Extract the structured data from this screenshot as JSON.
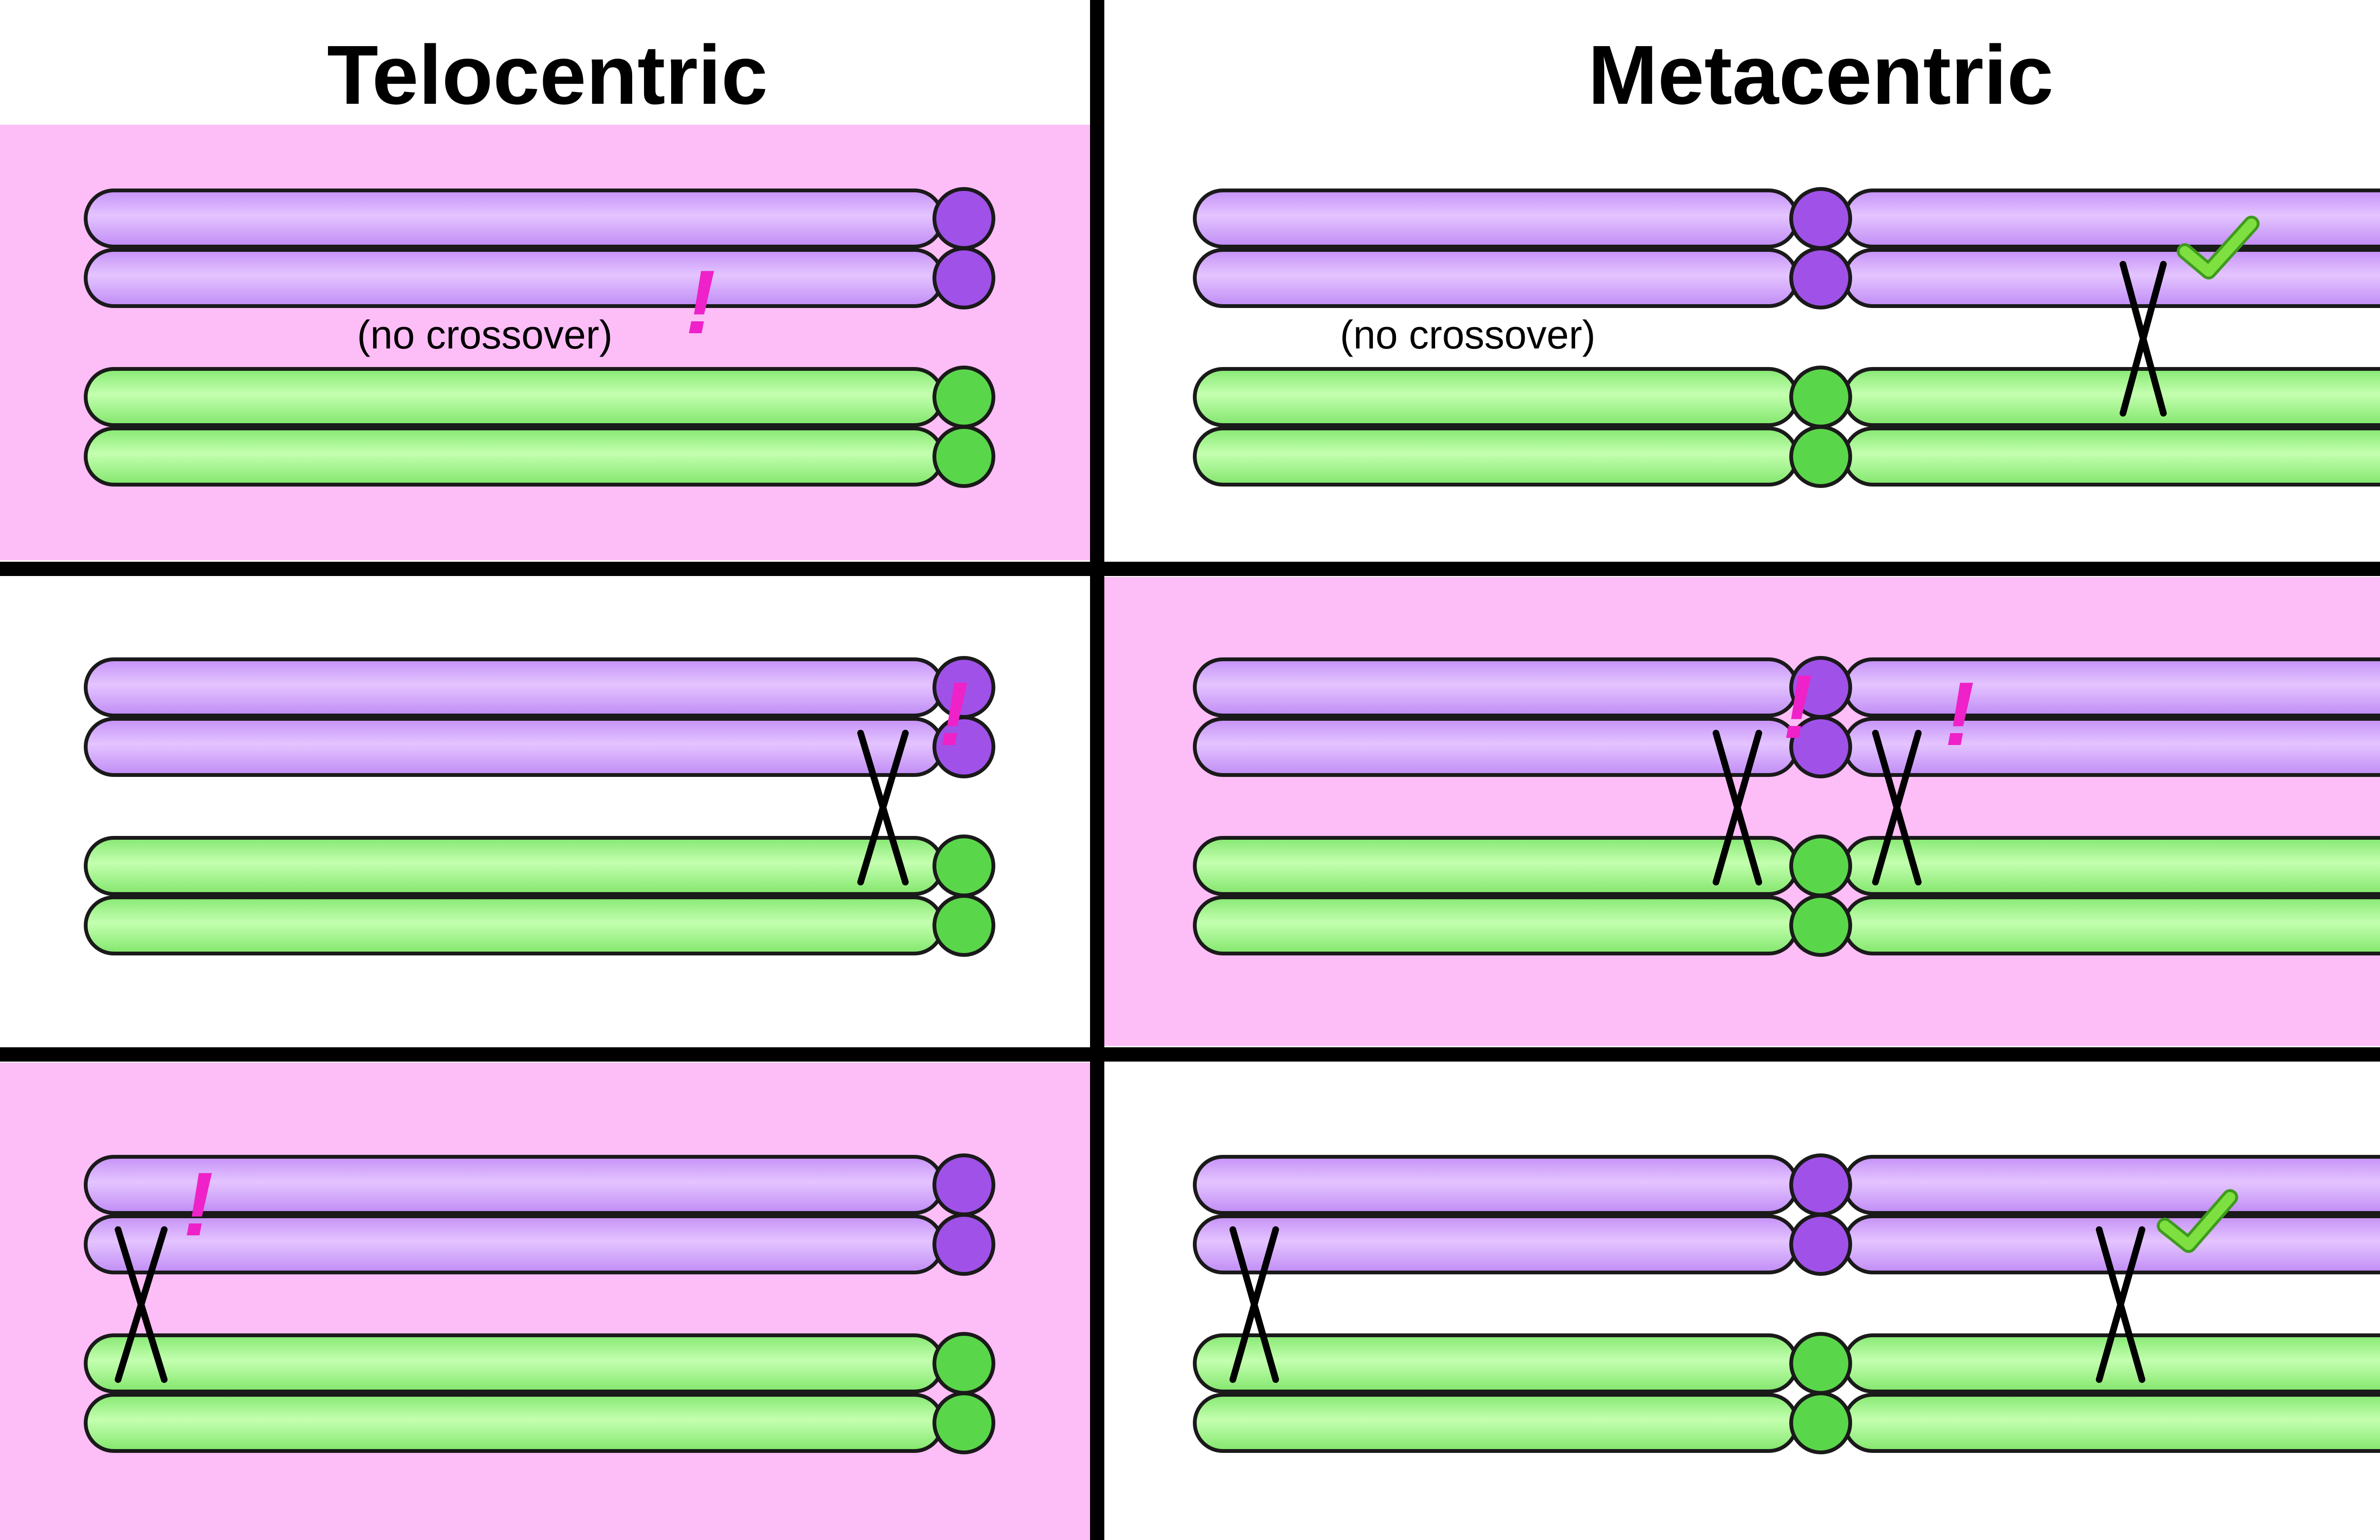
{
  "columns": [
    {
      "title": "Telocentric",
      "type": "telocentric"
    },
    {
      "title": "Metacentric",
      "type": "metacentric"
    }
  ],
  "colors": {
    "purple_arm": "#d6a9ff",
    "purple_centromere": "#a051e8",
    "green_arm": "#9ff28a",
    "green_centromere": "#5ad64a",
    "outline": "#1a1a1a",
    "panel_highlight": "#fdbdf6",
    "warning_mark": "#ee22c8",
    "check_mark": "#7ee040",
    "divider": "#000000"
  },
  "panels": [
    {
      "row": 0,
      "col": 0,
      "highlight": true,
      "note": "(no crossover)",
      "crossovers": [],
      "marks": [
        {
          "type": "exclamation",
          "symbol": "!"
        }
      ]
    },
    {
      "row": 0,
      "col": 1,
      "highlight": false,
      "note": "(no crossover)",
      "crossovers": [
        "right-arm"
      ],
      "marks": [
        {
          "type": "check",
          "symbol": "✓"
        }
      ]
    },
    {
      "row": 1,
      "col": 0,
      "highlight": false,
      "note": "",
      "crossovers": [
        "near-centromere"
      ],
      "marks": [
        {
          "type": "exclamation",
          "symbol": "!"
        }
      ]
    },
    {
      "row": 1,
      "col": 1,
      "highlight": true,
      "note": "",
      "crossovers": [
        "left-near-centromere",
        "right-near-centromere"
      ],
      "marks": [
        {
          "type": "exclamation",
          "symbol": "!"
        },
        {
          "type": "exclamation",
          "symbol": "!"
        }
      ]
    },
    {
      "row": 2,
      "col": 0,
      "highlight": true,
      "note": "",
      "crossovers": [
        "far-end"
      ],
      "marks": [
        {
          "type": "exclamation",
          "symbol": "!"
        }
      ]
    },
    {
      "row": 2,
      "col": 1,
      "highlight": false,
      "note": "",
      "crossovers": [
        "left-arm-end",
        "right-arm"
      ],
      "marks": [
        {
          "type": "check",
          "symbol": "✓"
        }
      ]
    }
  ]
}
